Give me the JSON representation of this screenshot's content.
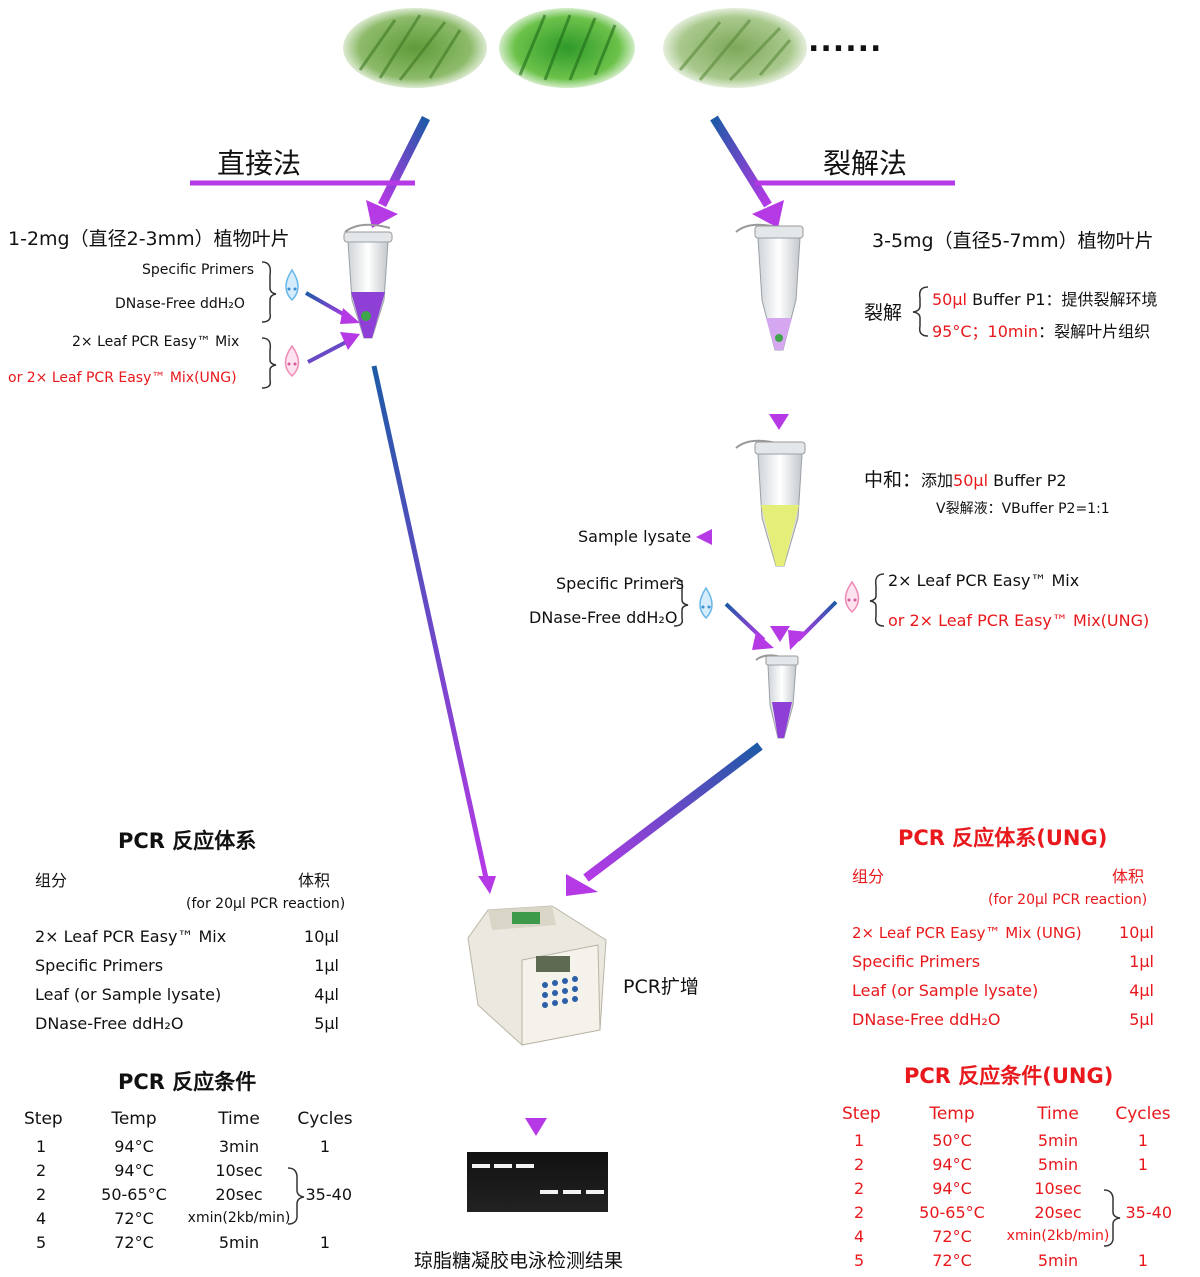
{
  "photos": {
    "ellipsis": "......"
  },
  "left": {
    "method": "直接法",
    "sample": "1-2mg（直径2-3mm）植物叶片",
    "reagent1": "Specific Primers",
    "reagent2": "DNase-Free ddH₂O",
    "mix1": "2× Leaf PCR Easy™ Mix",
    "mix2": "or 2× Leaf PCR Easy™ Mix(UNG)"
  },
  "right": {
    "method": "裂解法",
    "sample": "3-5mg（直径5-7mm）植物叶片",
    "lysis_label": "裂解",
    "lysis_line1_amount": "50μl",
    "lysis_line1_rest": " Buffer P1：提供裂解环境",
    "lysis_line2_cond": "95°C；10min",
    "lysis_line2_rest": "：裂解叶片组织",
    "neutral_label": "中和：",
    "neutral_add": "添加",
    "neutral_amount": "50μl",
    "neutral_rest": " Buffer P2",
    "ratio": "V裂解液：VBuffer P2=1:1",
    "sample_lysate": "Sample lysate",
    "reagent1": "Specific Primers",
    "reagent2": "DNase-Free ddH₂O",
    "mix1": "2× Leaf PCR Easy™ Mix",
    "mix2": "or 2× Leaf PCR Easy™ Mix(UNG)"
  },
  "center": {
    "pcr_label": "PCR扩增",
    "gel_label": "琼脂糖凝胶电泳检测结果"
  },
  "table_left": {
    "title": "PCR 反应体系",
    "col1": "组分",
    "col2": "体积",
    "note": "(for 20μl PCR reaction)",
    "rows": [
      {
        "name": "2× Leaf PCR Easy™ Mix",
        "vol": "10μl"
      },
      {
        "name": "Specific Primers",
        "vol": "1μl"
      },
      {
        "name": "Leaf (or Sample lysate)",
        "vol": "4μl"
      },
      {
        "name": "DNase-Free ddH₂O",
        "vol": "5μl"
      }
    ]
  },
  "cond_left": {
    "title": "PCR 反应条件",
    "headers": [
      "Step",
      "Temp",
      "Time",
      "Cycles"
    ],
    "rows": [
      {
        "step": "1",
        "temp": "94°C",
        "time": "3min",
        "cycles": "1"
      },
      {
        "step": "2",
        "temp": "94°C",
        "time": "10sec",
        "cycles": ""
      },
      {
        "step": "2",
        "temp": "50-65°C",
        "time": "20sec",
        "cycles": "35-40"
      },
      {
        "step": "4",
        "temp": "72°C",
        "time": "xmin(2kb/min)",
        "cycles": ""
      },
      {
        "step": "5",
        "temp": "72°C",
        "time": "5min",
        "cycles": "1"
      }
    ]
  },
  "table_right": {
    "title": "PCR 反应体系(UNG)",
    "col1": "组分",
    "col2": "体积",
    "note": "(for 20μl PCR reaction)",
    "rows": [
      {
        "name": "2× Leaf PCR Easy™ Mix (UNG)",
        "vol": "10μl"
      },
      {
        "name": "Specific Primers",
        "vol": "1μl"
      },
      {
        "name": "Leaf (or Sample lysate)",
        "vol": "4μl"
      },
      {
        "name": "DNase-Free ddH₂O",
        "vol": "5μl"
      }
    ]
  },
  "cond_right": {
    "title": "PCR 反应条件(UNG)",
    "headers": [
      "Step",
      "Temp",
      "Time",
      "Cycles"
    ],
    "rows": [
      {
        "step": "1",
        "temp": "50°C",
        "time": "5min",
        "cycles": "1"
      },
      {
        "step": "2",
        "temp": "94°C",
        "time": "5min",
        "cycles": "1"
      },
      {
        "step": "2",
        "temp": "94°C",
        "time": "10sec",
        "cycles": ""
      },
      {
        "step": "2",
        "temp": "50-65°C",
        "time": "20sec",
        "cycles": "35-40"
      },
      {
        "step": "4",
        "temp": "72°C",
        "time": "xmin(2kb/min)",
        "cycles": ""
      },
      {
        "step": "5",
        "temp": "72°C",
        "time": "5min",
        "cycles": "1"
      }
    ]
  },
  "colors": {
    "purple": "#b43be0",
    "blue": "#1f5fa8",
    "red": "#e8181c",
    "green": "#3f9a2c"
  }
}
